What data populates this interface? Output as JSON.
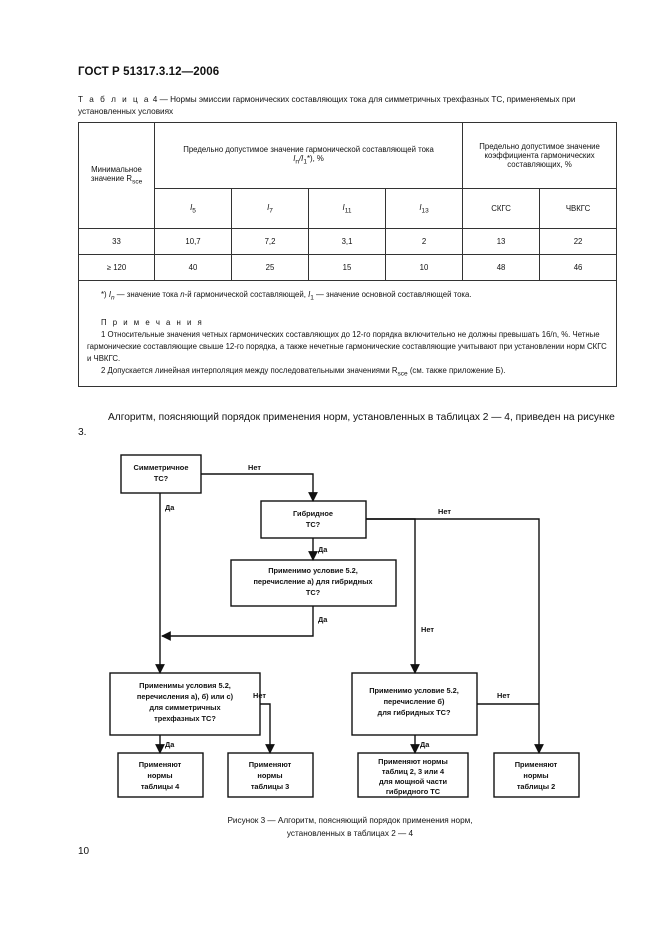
{
  "header": {
    "doc_id": "ГОСТ Р 51317.3.12—2006"
  },
  "table": {
    "caption_label": "Т а б л и ц а",
    "caption_text": " 4 — Нормы эмиссии гармонических составляющих тока для симметричных трехфазных ТС, применяемых при установленных условиях",
    "col_min_rsce": "Минимальное значение R",
    "col_min_rsce_sub": "sce",
    "col_harm_header": "Предельно допустимое значение гармонической составляющей тока",
    "col_harm_ratio": "I",
    "col_harm_ratio_sub_n": "n",
    "col_harm_ratio_div": "/I",
    "col_harm_ratio_sub_1": "1",
    "col_harm_ratio_suffix": "*), %",
    "col_coef_header": "Предельно допустимое значение коэффициента гармонических составляющих, %",
    "subheaders": [
      {
        "main": "I",
        "sub": "5"
      },
      {
        "main": "I",
        "sub": "7"
      },
      {
        "main": "I",
        "sub": "11"
      },
      {
        "main": "I",
        "sub": "13"
      },
      {
        "main": "СКГС",
        "sub": ""
      },
      {
        "main": "ЧВКГС",
        "sub": ""
      }
    ],
    "rows": [
      [
        "33",
        "10,7",
        "7,2",
        "3,1",
        "2",
        "13",
        "22"
      ],
      [
        "≥ 120",
        "40",
        "25",
        "15",
        "10",
        "48",
        "46"
      ]
    ],
    "footnote_mark": "*)",
    "footnote_main": "I",
    "footnote_sub_n": "n",
    "footnote_text_1": " — значение тока ",
    "footnote_n": "n",
    "footnote_text_2": "-й гармонической составляющей, ",
    "footnote_sub_1": "1",
    "footnote_text_3": " — значение основной составляющей тока.",
    "notes_title": "П р и м е ч а н и я",
    "note_1": "1  Относительные значения четных гармонических составляющих до 12-го порядка включительно не должны превышать 16/n, %. Четные гармонические составляющие свыше 12-го порядка, а также нечетные гармонические составляющие учитывают при установлении норм СКГС и ЧВКГС.",
    "note_2_a": "2  Допускается линейная интерполяция между последовательными значениями R",
    "note_2_sub": "sce",
    "note_2_b": " (см. также приложение Б)."
  },
  "body_paragraph": "Алгоритм, поясняющий порядок применения норм, установленных в таблицах 2 — 4, приведен на рисунке 3.",
  "flowchart": {
    "boxes": {
      "symmetric": [
        "Симметричное",
        "ТС?"
      ],
      "hybrid": [
        "Гибридное",
        "ТС?"
      ],
      "cond52a": [
        "Применимо условие 5.2,",
        "перечисление а) для гибридных",
        "ТС?"
      ],
      "cond52abc": [
        "Применимы условия 5.2,",
        "перечисления а), б) или с)",
        "для симметричных",
        "трехфазных ТС?"
      ],
      "cond52b": [
        "Применимо условие 5.2,",
        "перечисление б)",
        "для гибридных ТС?"
      ],
      "table4": [
        "Применяют",
        "нормы",
        "таблицы 4"
      ],
      "table3": [
        "Применяют",
        "нормы",
        "таблицы 3"
      ],
      "table234": [
        "Применяют нормы",
        "таблиц 2, 3 или 4",
        "для мощной части",
        "гибридного ТС"
      ],
      "table2": [
        "Применяют",
        "нормы",
        "таблицы 2"
      ]
    },
    "labels": {
      "yes": "Да",
      "no": "Нет"
    }
  },
  "figure_caption": [
    "Рисунок 3 — Алгоритм, поясняющий порядок применения норм,",
    "установленных в таблицах 2 — 4"
  ],
  "page_number": "10"
}
